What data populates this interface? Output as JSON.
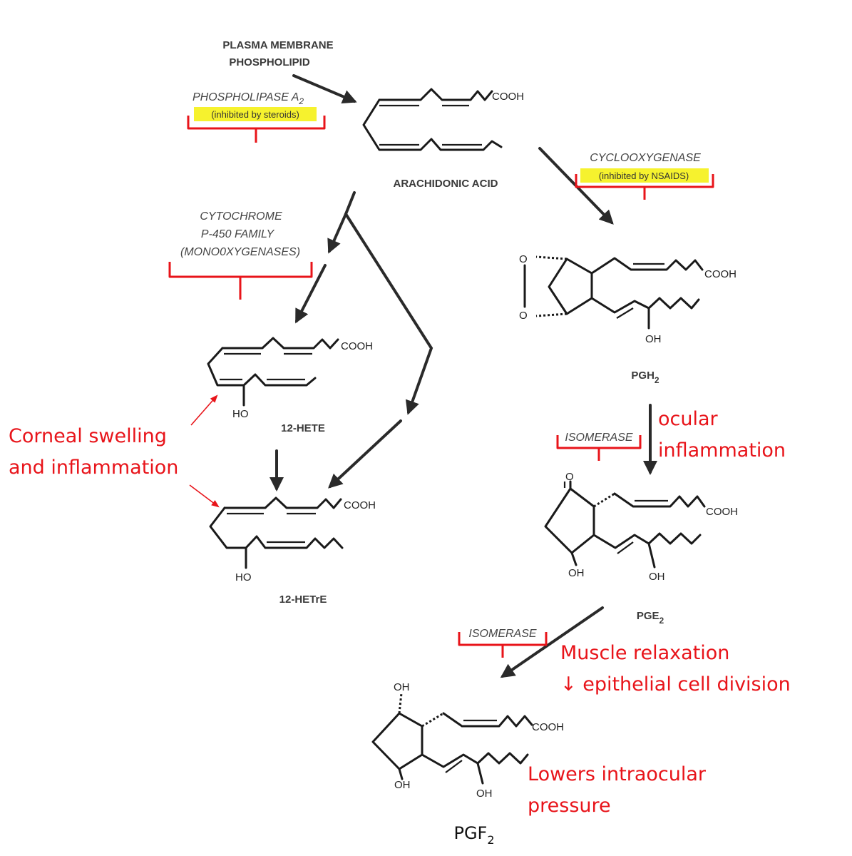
{
  "labels": {
    "membrane_line1": "PLASMA MEMBRANE",
    "membrane_line2": "PHOSPHOLIPID",
    "arachidonic": "ARACHIDONIC ACID",
    "pgh2": "PGH",
    "pge2": "PGE",
    "hete12": "12-HETE",
    "hetre12": "12-HETrE",
    "pgf2": "PGF",
    "sub2": "2"
  },
  "enzymes": {
    "pla2_name": "PHOSPHOLIPASE A",
    "pla2_sub": "2",
    "pla2_inhibitor": "(inhibited by steroids)",
    "cox_name": "CYCLOOXYGENASE",
    "cox_inhibitor": "(inhibited by NSAIDS)",
    "p450_line1": "CYTOCHROME",
    "p450_line2": "P-450 FAMILY",
    "p450_line3": "(MONO0XYGENASES)",
    "isomerase1": "ISOMERASE",
    "isomerase2": "ISOMERASE"
  },
  "chem_groups": {
    "cooh": "COOH",
    "oh": "OH",
    "ho": "HO",
    "o": "O"
  },
  "annotations": {
    "corneal_line1": "Corneal swelling",
    "corneal_line2": "and inflammation",
    "ocular_line1": "ocular",
    "ocular_line2": "inflammation",
    "muscle_line1": "Muscle relaxation",
    "muscle_line2": "↓ epithelial cell division",
    "iop_line1": "Lowers intraocular",
    "iop_line2": "pressure"
  },
  "colors": {
    "annotation": "#e8141a",
    "highlight": "#f6f22e",
    "bond": "#1a1a1a"
  }
}
